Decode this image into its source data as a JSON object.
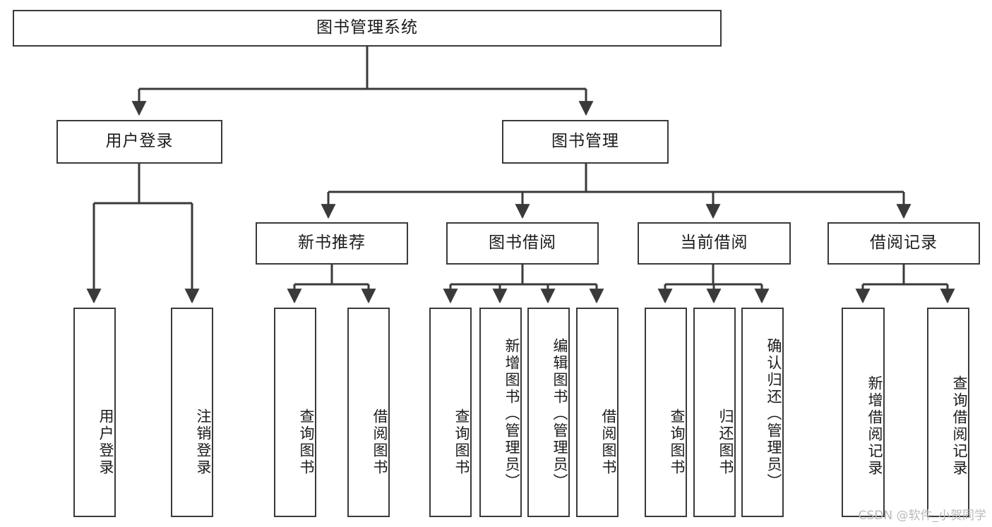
{
  "diagram": {
    "title": "图书管理系统",
    "type": "tree",
    "watermark": "CSDN @软件_小贺同学",
    "styles": {
      "box_border_color": "#3a3a3a",
      "box_fill_color": "#ffffff",
      "line_color": "#3a3a3a",
      "text_color": "#1b1b1b",
      "watermark_color": "#b9b9b9"
    },
    "nodes": {
      "root": {
        "label": "图书管理系统",
        "orientation": "horizontal"
      },
      "user_login": {
        "label": "用户登录",
        "orientation": "horizontal"
      },
      "book_manage": {
        "label": "图书管理",
        "orientation": "horizontal"
      },
      "new_book_rec": {
        "label": "新书推荐",
        "orientation": "horizontal"
      },
      "book_borrow": {
        "label": "图书借阅",
        "orientation": "horizontal"
      },
      "current_borrow": {
        "label": "当前借阅",
        "orientation": "horizontal"
      },
      "borrow_record": {
        "label": "借阅记录",
        "orientation": "horizontal"
      },
      "leaf_user_login": {
        "label": "用户登录",
        "orientation": "vertical"
      },
      "leaf_logout": {
        "label": "注销登录",
        "orientation": "vertical"
      },
      "leaf_query_book_a": {
        "label": "查询图书",
        "orientation": "vertical"
      },
      "leaf_borrow_book_a": {
        "label": "借阅图书",
        "orientation": "vertical"
      },
      "leaf_query_book_b": {
        "label": "查询图书",
        "orientation": "vertical"
      },
      "leaf_add_book": {
        "label": "新增图书（管理员）",
        "orientation": "vertical"
      },
      "leaf_edit_book": {
        "label": "编辑图书（管理员）",
        "orientation": "vertical"
      },
      "leaf_borrow_book_b": {
        "label": "借阅图书",
        "orientation": "vertical"
      },
      "leaf_query_book_c": {
        "label": "查询图书",
        "orientation": "vertical"
      },
      "leaf_return_book": {
        "label": "归还图书",
        "orientation": "vertical"
      },
      "leaf_confirm_return": {
        "label": "确认归还（管理员）",
        "orientation": "vertical"
      },
      "leaf_add_record": {
        "label": "新增借阅记录",
        "orientation": "vertical"
      },
      "leaf_query_record": {
        "label": "查询借阅记录",
        "orientation": "vertical"
      }
    },
    "edges": [
      {
        "from": "root",
        "to": "user_login"
      },
      {
        "from": "root",
        "to": "book_manage"
      },
      {
        "from": "user_login",
        "to": "leaf_user_login"
      },
      {
        "from": "user_login",
        "to": "leaf_logout"
      },
      {
        "from": "book_manage",
        "to": "new_book_rec"
      },
      {
        "from": "book_manage",
        "to": "book_borrow"
      },
      {
        "from": "book_manage",
        "to": "current_borrow"
      },
      {
        "from": "book_manage",
        "to": "borrow_record"
      },
      {
        "from": "new_book_rec",
        "to": "leaf_query_book_a"
      },
      {
        "from": "new_book_rec",
        "to": "leaf_borrow_book_a"
      },
      {
        "from": "book_borrow",
        "to": "leaf_query_book_b"
      },
      {
        "from": "book_borrow",
        "to": "leaf_add_book"
      },
      {
        "from": "book_borrow",
        "to": "leaf_edit_book"
      },
      {
        "from": "book_borrow",
        "to": "leaf_borrow_book_b"
      },
      {
        "from": "current_borrow",
        "to": "leaf_query_book_c"
      },
      {
        "from": "current_borrow",
        "to": "leaf_return_book"
      },
      {
        "from": "current_borrow",
        "to": "leaf_confirm_return"
      },
      {
        "from": "borrow_record",
        "to": "leaf_add_record"
      },
      {
        "from": "borrow_record",
        "to": "leaf_query_record"
      }
    ]
  }
}
